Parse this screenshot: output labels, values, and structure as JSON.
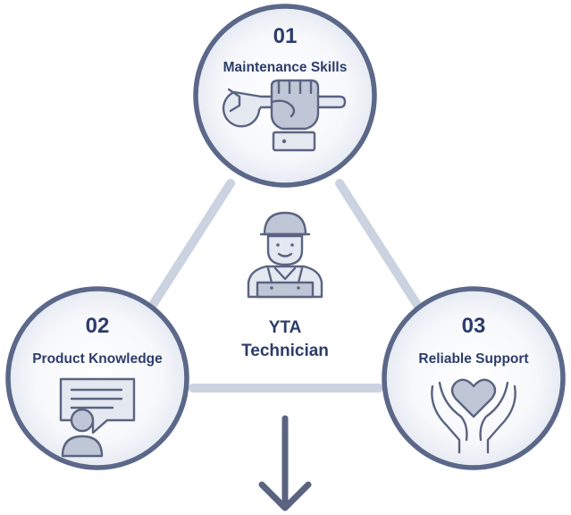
{
  "nodes": [
    {
      "number": "01",
      "label": "Maintenance Skills",
      "icon": "wrench-hand-icon"
    },
    {
      "number": "02",
      "label": "Product Knowledge",
      "icon": "person-speech-bubble-icon"
    },
    {
      "number": "03",
      "label": "Reliable Support",
      "icon": "hands-heart-icon"
    }
  ],
  "center": {
    "line1": "YTA",
    "line2": "Technician",
    "icon": "technician-icon"
  },
  "colors": {
    "circle_stroke": "#5b6889",
    "circle_fill": "#eef1f6",
    "connector": "#cbd2e0",
    "text": "#2c3d6b",
    "icon_stroke": "#5a6481",
    "arrow": "#5a6481"
  }
}
